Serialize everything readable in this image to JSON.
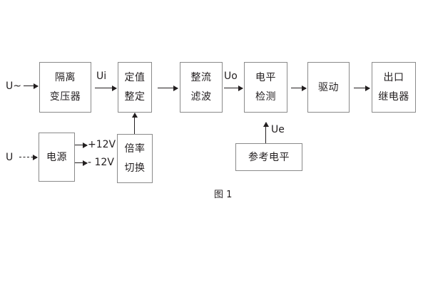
{
  "figure": {
    "caption": "图 1",
    "stroke_color": "#231f20",
    "box_border_color": "#8a8a8a",
    "background": "#ffffff"
  },
  "signal_chain": {
    "input_label": "U~",
    "blocks": [
      {
        "id": "isolation-transformer",
        "lines": [
          "隔离",
          "变压器"
        ]
      },
      {
        "id": "setting-value",
        "lines": [
          "定值",
          "整定"
        ]
      },
      {
        "id": "rectify-filter",
        "lines": [
          "整流",
          "滤波"
        ]
      },
      {
        "id": "level-detection",
        "lines": [
          "电平",
          "检测"
        ]
      },
      {
        "id": "drive",
        "lines": [
          "驱动"
        ]
      },
      {
        "id": "output-relay",
        "lines": [
          "出口",
          "继电器"
        ]
      }
    ],
    "inter_block_labels": {
      "after_isolation": "Ui",
      "after_rectify": "Uo"
    }
  },
  "power_branch": {
    "input_label": "U",
    "power_supply": {
      "id": "power-supply",
      "lines": [
        "电源"
      ]
    },
    "rail_positive": "+12V",
    "rail_negative": "- 12V",
    "multiplier_switch": {
      "id": "multiplier-switch",
      "lines": [
        "倍率",
        "切换"
      ]
    }
  },
  "reference_branch": {
    "reference_level": {
      "id": "reference-level",
      "lines": [
        "参考电平"
      ]
    },
    "feedback_label": "Ue"
  }
}
